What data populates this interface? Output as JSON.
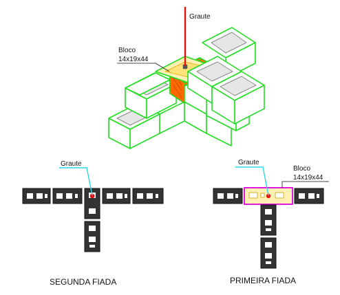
{
  "colors": {
    "block_outline": "#22dd22",
    "grout_block": "#ff6a00",
    "grout_rod": "#e81111",
    "block_fill_top": "#fff0b3",
    "plan_block_fill": "#333333",
    "highlight_outline": "#e000e0",
    "leader_line": "#2ad8e6"
  },
  "isometric": {
    "grout_label": "Graute",
    "block_label": "Bloco",
    "block_size": "14x19x44"
  },
  "second_course": {
    "grout_label": "Graute",
    "caption": "SEGUNDA FIADA"
  },
  "first_course": {
    "grout_label": "Graute",
    "block_label": "Bloco",
    "block_size": "14x19x44",
    "caption": "PRIMEIRA FIADA"
  }
}
